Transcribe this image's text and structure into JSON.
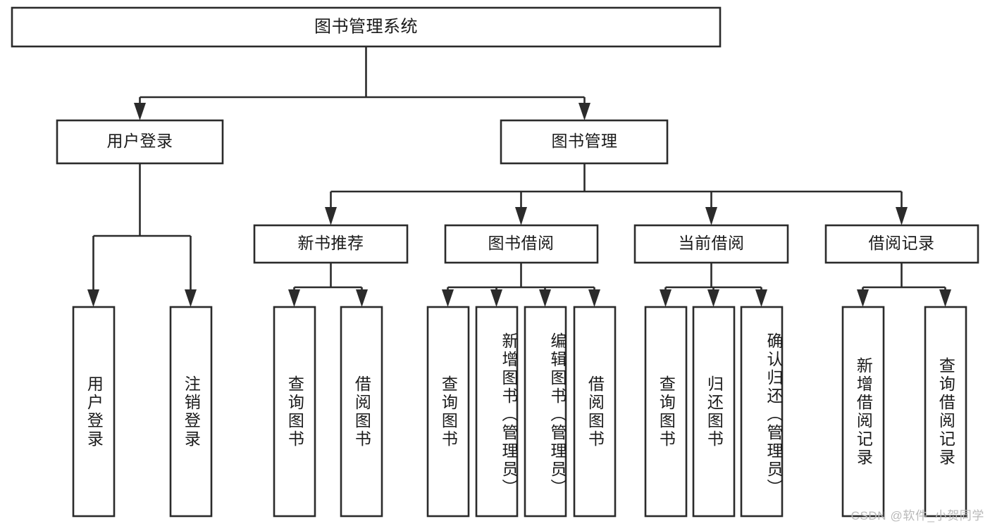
{
  "diagram": {
    "type": "tree-hierarchy-chart",
    "title": "图书管理系统",
    "orientation": "top-down",
    "levels": 4,
    "colors": {
      "box_stroke": "#2b2b2b",
      "box_fill": "#ffffff",
      "text": "#1a1a1a",
      "connector": "#2b2b2b",
      "watermark": "#b9b9b9",
      "background": "#ffffff"
    }
  },
  "root": {
    "label": "图书管理系统"
  },
  "level2": [
    {
      "label": "用户登录"
    },
    {
      "label": "图书管理"
    }
  ],
  "level3": [
    {
      "label": "新书推荐"
    },
    {
      "label": "图书借阅"
    },
    {
      "label": "当前借阅"
    },
    {
      "label": "借阅记录"
    }
  ],
  "leaves": {
    "user_login": [
      {
        "label": "用户登录"
      },
      {
        "label": "注销登录"
      }
    ],
    "new_book_recommend": [
      {
        "label": "查询图书"
      },
      {
        "label": "借阅图书"
      }
    ],
    "book_borrow": [
      {
        "label": "查询图书"
      },
      {
        "label": "新增图书（管理员）"
      },
      {
        "label": "编辑图书（管理员）"
      },
      {
        "label": "借阅图书"
      }
    ],
    "current_borrow": [
      {
        "label": "查询图书"
      },
      {
        "label": "归还图书"
      },
      {
        "label": "确认归还（管理员）"
      }
    ],
    "borrow_records": [
      {
        "label": "新增借阅记录"
      },
      {
        "label": "查询借阅记录"
      }
    ]
  },
  "watermark": {
    "text": "CSDN @软件_小贺同学"
  }
}
